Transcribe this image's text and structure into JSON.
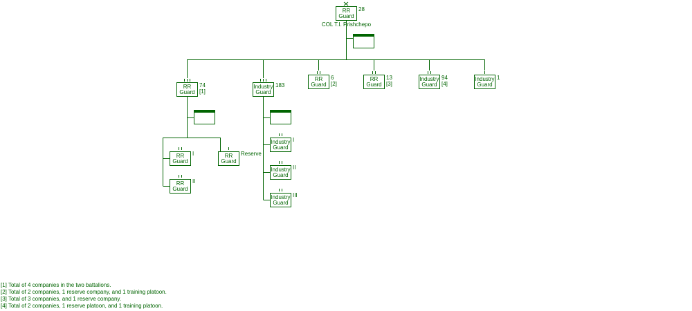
{
  "hq": {
    "line1": "RR",
    "line2": "Guard",
    "num": "28",
    "commander": "COL  T.I. Prishchepo"
  },
  "units": {
    "rr74": {
      "line1": "RR",
      "line2": "Guard",
      "num": "74",
      "note": "[1]"
    },
    "ind183": {
      "line1": "Industry",
      "line2": "Guard",
      "num": "183",
      "note": ""
    },
    "rr6": {
      "line1": "RR",
      "line2": "Guard",
      "num": "6",
      "note": "[2]"
    },
    "rr13": {
      "line1": "RR",
      "line2": "Guard",
      "num": "13",
      "note": "[3]"
    },
    "ind94": {
      "line1": "Industry",
      "line2": "Guard",
      "num": "94",
      "note": "[4]"
    },
    "ind1": {
      "line1": "Industry",
      "line2": "Guard",
      "num": "1",
      "note": ""
    }
  },
  "rr74_battalions": {
    "b1": {
      "line1": "RR",
      "line2": "Guard",
      "label": "I"
    },
    "b2": {
      "line1": "RR",
      "line2": "Guard",
      "label": "II"
    },
    "reserve": {
      "line1": "RR",
      "line2": "Guard",
      "label": "Reserve"
    }
  },
  "ind183_battalions": {
    "b1": {
      "line1": "Industry",
      "line2": "Guard",
      "label": "I"
    },
    "b2": {
      "line1": "Industry",
      "line2": "Guard",
      "label": "II"
    },
    "b3": {
      "line1": "Industry",
      "line2": "Guard",
      "label": "III"
    }
  },
  "notes": [
    "[1] Total of 4 companies in the two battalions.",
    "[2] Total of 2 companies, 1 reserve company, and 1 training platoon.",
    "[3] Total of 3 companies, and 1 reserve company.",
    "[4] Total of 2 companies, 1 reserve platoon, and 1 training platoon."
  ],
  "colors": {
    "line": "#006400",
    "staff_bar": "#006400"
  }
}
